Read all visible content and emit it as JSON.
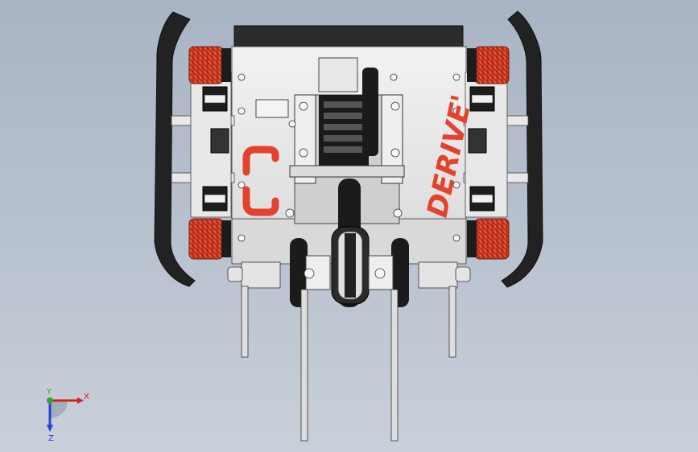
{
  "viewport": {
    "background_top": "#a9b4c4",
    "background_bottom": "#c9d0da"
  },
  "model": {
    "logo_text": "DERIVE'",
    "accent_color": "#e3432c",
    "frame_color": "#e6e6e6",
    "dark_color": "#1e1e1e"
  },
  "triad": {
    "x_label": "X",
    "y_label": "Y",
    "z_label": "Z",
    "x_color": "#d61f1f",
    "y_color": "#2cab2c",
    "z_color": "#2b3fd6"
  }
}
